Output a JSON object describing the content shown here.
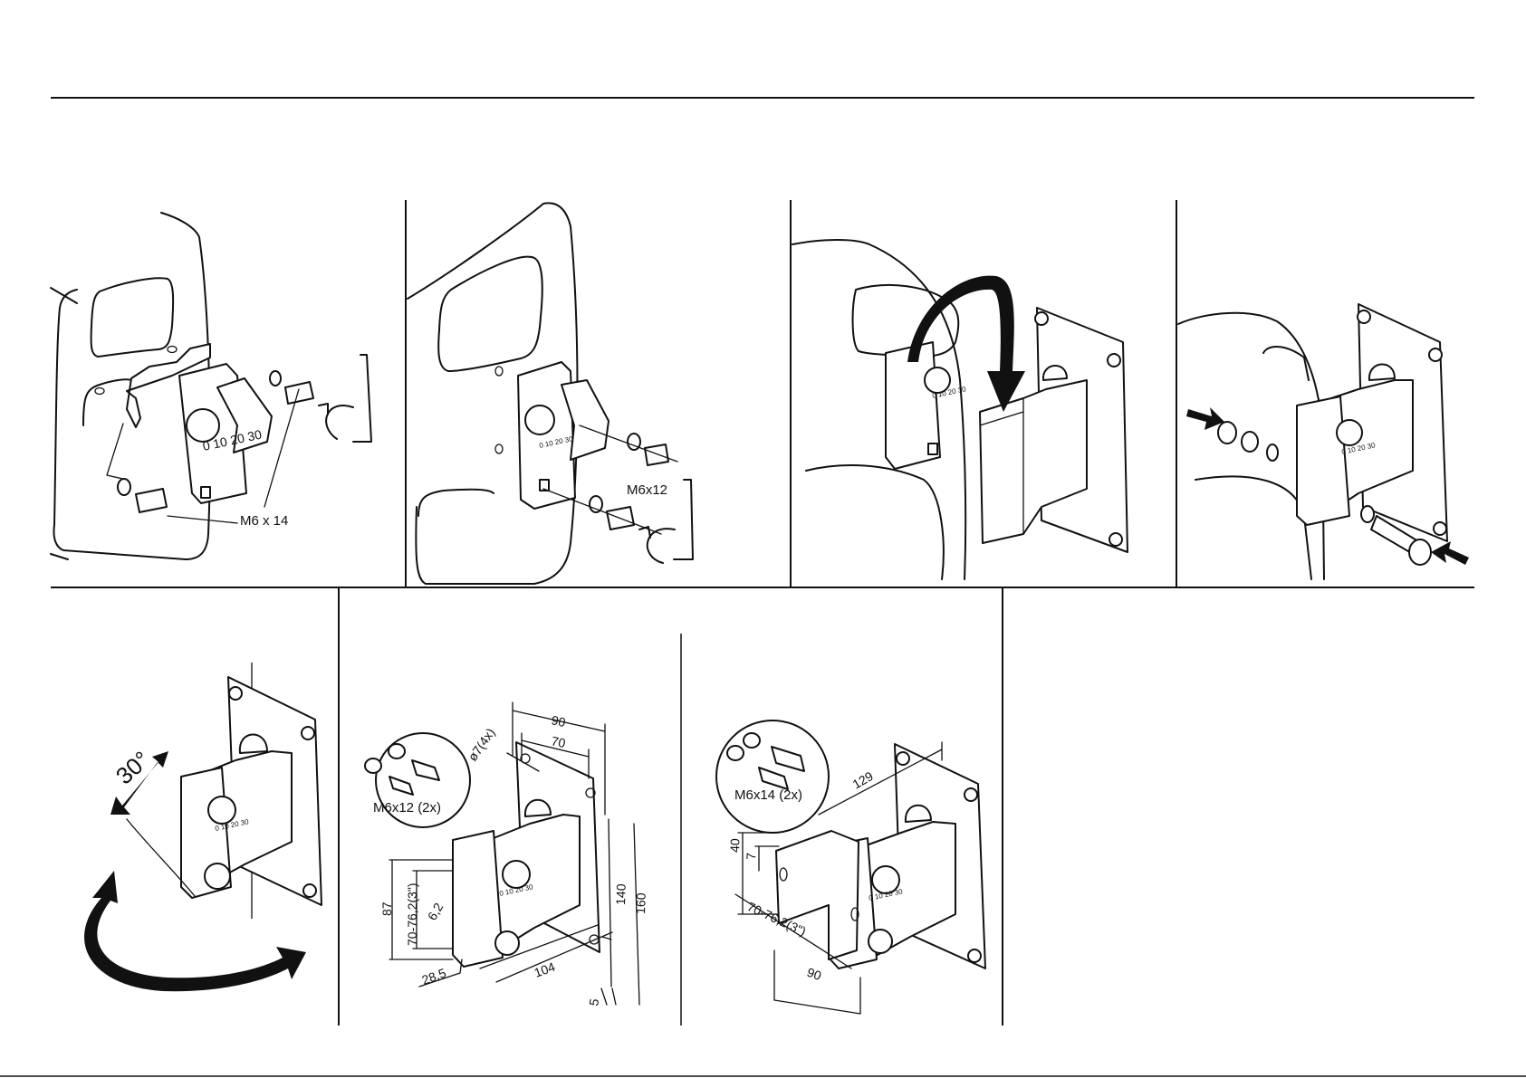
{
  "panels": {
    "step1": {
      "screw_label": "M6 x 14"
    },
    "step2": {
      "screw_label": "M6x12"
    },
    "step3": {},
    "step4": {},
    "step5": {
      "angle_label": "30°"
    },
    "step6": {
      "kit_label": "M6x12  (2x)",
      "dimensions": {
        "width_90": "90",
        "width_70": "70",
        "hole_dia": "ø7(4x)",
        "height_140": "140",
        "height_160": "160",
        "depth_104": "104",
        "offset_5": "5",
        "height_87": "87",
        "spacing": "70-76,2(3\")",
        "offset_6_2": "6,2",
        "offset_28_5": "28,5"
      }
    },
    "step7": {
      "kit_label": "M6x14  (2x)",
      "dimensions": {
        "depth_129": "129",
        "height_40": "40",
        "offset_7": "7",
        "spacing": "70-76,2(3\")",
        "width_90": "90"
      }
    }
  },
  "scale_text": "0 10 20 30"
}
